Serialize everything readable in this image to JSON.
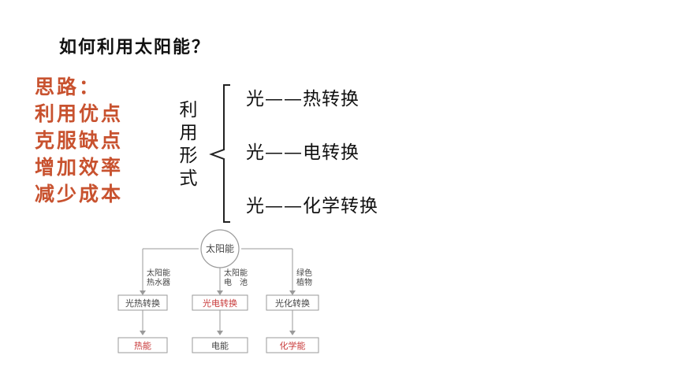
{
  "question": "如何利用太阳能？",
  "thought": {
    "title": "思路：",
    "items": [
      "利用优点",
      "克服缺点",
      "增加效率",
      "减少成本"
    ]
  },
  "usage_label": [
    "利",
    "用",
    "形",
    "式"
  ],
  "branches": [
    "光——热转换",
    "光——电转换",
    "光——化学转换"
  ],
  "diagram": {
    "root": "太阳能",
    "left": {
      "device": [
        "太阳能",
        "热水器"
      ],
      "conversion": "光热转换",
      "result": "热能"
    },
    "middle": {
      "device": [
        "太阳能",
        "电　池"
      ],
      "conversion": "光电转换",
      "result": "电能"
    },
    "right": {
      "device": [
        "绿色",
        "植物"
      ],
      "conversion": "光化转换",
      "result": "化学能"
    }
  },
  "colors": {
    "thought": "#c8522f",
    "diagram_red": "#c83a3a",
    "diagram_line": "#9a9a9a",
    "diagram_text": "#444444"
  }
}
